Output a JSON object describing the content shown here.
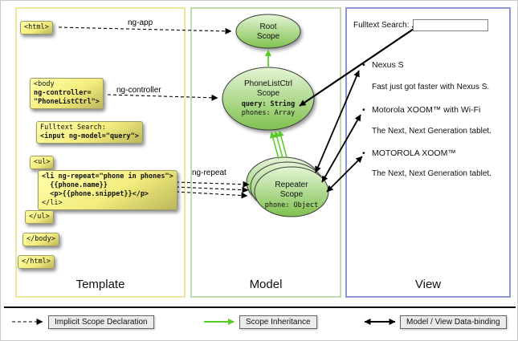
{
  "colors": {
    "template_border": "#f0e69c",
    "model_border": "#bedcb0",
    "view_border": "#8d97cf",
    "code_box_yellow": "#f3ed7e",
    "scope_fill_light": "#e2f4d3",
    "scope_fill_dark": "#7fc04f",
    "inheritance_green": "#55cc22",
    "arrow_black": "#000000"
  },
  "template_panel": {
    "label": "Template",
    "code": {
      "html_open": "<html>",
      "body_line1": "<body",
      "body_line2": "ng-controller=",
      "body_line3": "\"PhoneListCtrl\">",
      "search_line1": "Fulltext Search:",
      "search_line2": "<input ng-model=\"query\">",
      "ul_open": "<ul>",
      "li_line1": "<li ng-repeat=\"phone in phones\">",
      "li_line2": "  {{phone.name}}",
      "li_line3": "  <p>{{phone.snippet}}</p>",
      "li_line4": "</li>",
      "ul_close": "</ul>",
      "body_close": "</body>",
      "html_close": "</html>"
    }
  },
  "model_panel": {
    "label": "Model",
    "root_scope": {
      "line1": "Root",
      "line2": "Scope"
    },
    "phonelist_scope": {
      "line1": "PhoneListCtrl",
      "line2": "Scope",
      "prop1": "query: String",
      "prop2": "phones: Array"
    },
    "repeater_scope": {
      "line1": "Repeater",
      "line2": "Scope",
      "prop1": "phone: Object"
    }
  },
  "view_panel": {
    "label": "View",
    "search_label": "Fulltext Search:",
    "search_value": "",
    "bullet": "•",
    "items": [
      {
        "title": "Nexus S",
        "desc": "Fast just got faster with Nexus S."
      },
      {
        "title": "Motorola XOOM™ with Wi-Fi",
        "desc": "The Next, Next Generation tablet."
      },
      {
        "title": "MOTOROLA XOOM™",
        "desc": "The Next, Next Generation tablet."
      }
    ]
  },
  "arrow_labels": {
    "ng_app": "ng-app",
    "ng_controller": "ng-controller",
    "ng_repeat": "ng-repeat"
  },
  "legend": {
    "implicit": "Implicit Scope Declaration",
    "inheritance": "Scope Inheritance",
    "binding": "Model / View Data-binding"
  }
}
